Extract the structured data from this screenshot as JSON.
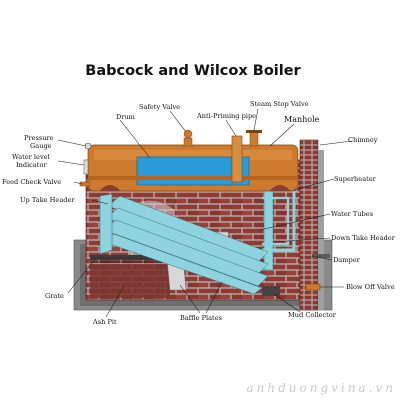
{
  "title": "Babcock and Wilcox Boiler",
  "labels": {
    "safety_valve": "Safety Valve",
    "steam_stop_valve": "Steam Stop Valve",
    "drum": "Drum",
    "anti_priming_pipe": "Anti-Priming pipe",
    "manhole": "Manhole",
    "pressure_gauge_1": "Pressure",
    "pressure_gauge_2": "Gauge",
    "water_level_1": "Water level",
    "water_level_2": "Indicator",
    "chimney": "Chimney",
    "feed_check_valve": "Feed Check Valve",
    "superheater": "Superheater",
    "up_take_header": "Up Take Header",
    "water_tubes": "Water Tubes",
    "down_take_header": "Down Take Header",
    "damper": "Damper",
    "grate": "Grate",
    "blow_off_valve": "Blow Off Valve",
    "ash_pit": "Ash Pit",
    "baffle_plates": "Baffle Plates",
    "mud_collector": "Mud Collector"
  },
  "watermark": "anhduongvina.vn",
  "colors": {
    "brick": "#8e3b34",
    "mortar": "#b9a9a9",
    "copper": "#cd7a2e",
    "water": "#2a9bd6",
    "tubes": "#8fd3de",
    "wall": "#8a8a8a"
  }
}
